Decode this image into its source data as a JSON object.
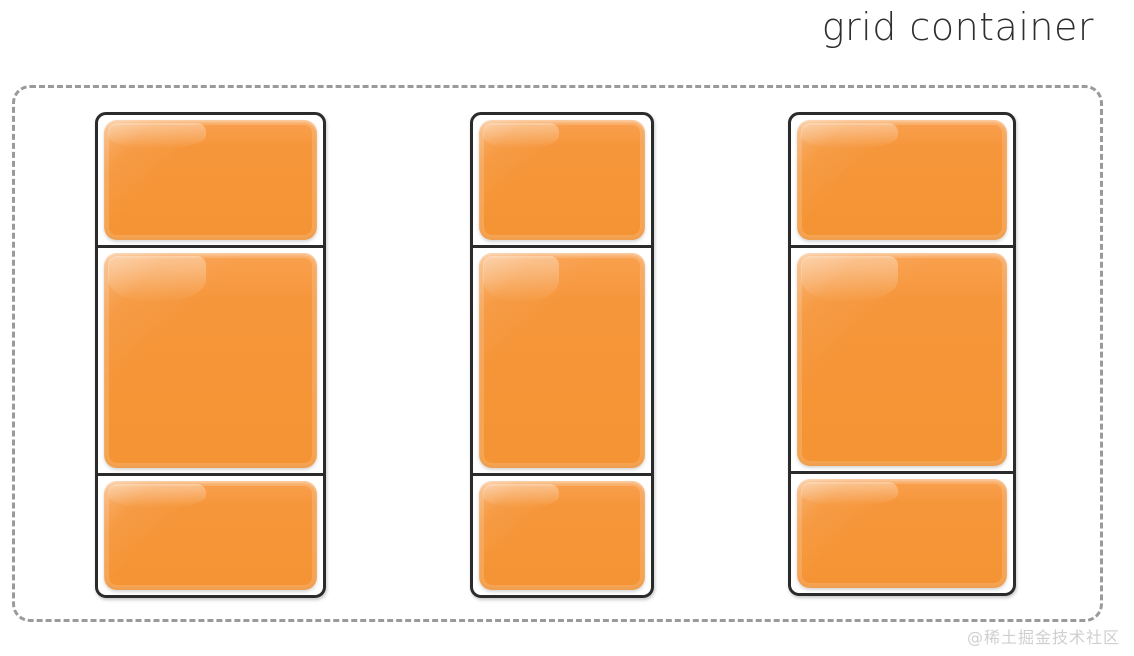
{
  "title": "grid container",
  "watermark": "@稀土掘金技术社区",
  "colors": {
    "item_fill": "#f6963b",
    "item_highlight": "#f9a150",
    "track_border": "#2b2b2b",
    "container_border": "#9a9a9a",
    "background": "#ffffff",
    "title_text": "#2e2e2e",
    "watermark_text": "#cfcfcf"
  },
  "container": {
    "label": "grid container",
    "border_style": "dashed",
    "columns": 3,
    "rows": 3
  },
  "columns": [
    {
      "name": "column-1",
      "cells": [
        {
          "name": "cell-1-1",
          "size": "small"
        },
        {
          "name": "cell-1-2",
          "size": "large"
        },
        {
          "name": "cell-1-3",
          "size": "medium"
        }
      ]
    },
    {
      "name": "column-2",
      "cells": [
        {
          "name": "cell-2-1",
          "size": "small"
        },
        {
          "name": "cell-2-2",
          "size": "large"
        },
        {
          "name": "cell-2-3",
          "size": "medium"
        }
      ]
    },
    {
      "name": "column-3",
      "cells": [
        {
          "name": "cell-3-1",
          "size": "small"
        },
        {
          "name": "cell-3-2",
          "size": "large"
        },
        {
          "name": "cell-3-3",
          "size": "medium"
        }
      ]
    }
  ]
}
